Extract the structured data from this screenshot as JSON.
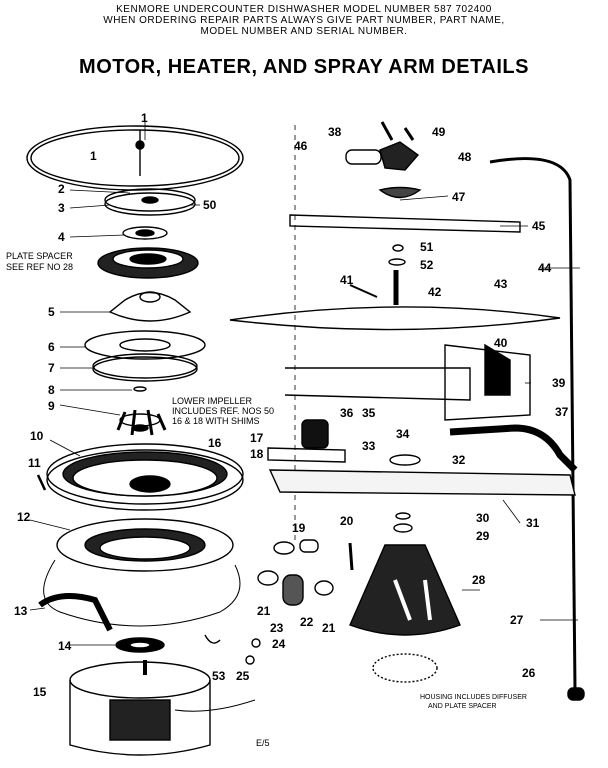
{
  "header": {
    "line1": "KENMORE UNDERCOUNTER DISHWASHER    MODEL NUMBER 587 702400",
    "line2": "WHEN ORDERING REPAIR PARTS ALWAYS GIVE PART NUMBER, PART NAME,",
    "line3": "MODEL NUMBER AND SERIAL NUMBER."
  },
  "title": "MOTOR, HEATER, AND SPRAY ARM DETAILS",
  "notes": {
    "plate_spacer_1": "PLATE SPACER",
    "plate_spacer_2": "SEE REF NO 28",
    "impeller_1": "LOWER IMPELLER",
    "impeller_2": "INCLUDES REF. NOS 50",
    "impeller_3": "16 & 18 WITH SHIMS",
    "housing_1": "HOUSING INCLUDES DIFFUSER",
    "housing_2": "AND PLATE SPACER"
  },
  "page_code": "E/5",
  "callouts": [
    "1",
    "1",
    "2",
    "3",
    "50",
    "4",
    "5",
    "6",
    "7",
    "8",
    "9",
    "10",
    "16",
    "11",
    "17",
    "18",
    "12",
    "13",
    "14",
    "15",
    "19",
    "20",
    "21",
    "21",
    "22",
    "23",
    "24",
    "25",
    "53",
    "38",
    "49",
    "46",
    "48",
    "47",
    "45",
    "51",
    "52",
    "41",
    "42",
    "43",
    "44",
    "40",
    "39",
    "36",
    "35",
    "37",
    "34",
    "33",
    "32",
    "30",
    "29",
    "31",
    "28",
    "27",
    "26"
  ]
}
